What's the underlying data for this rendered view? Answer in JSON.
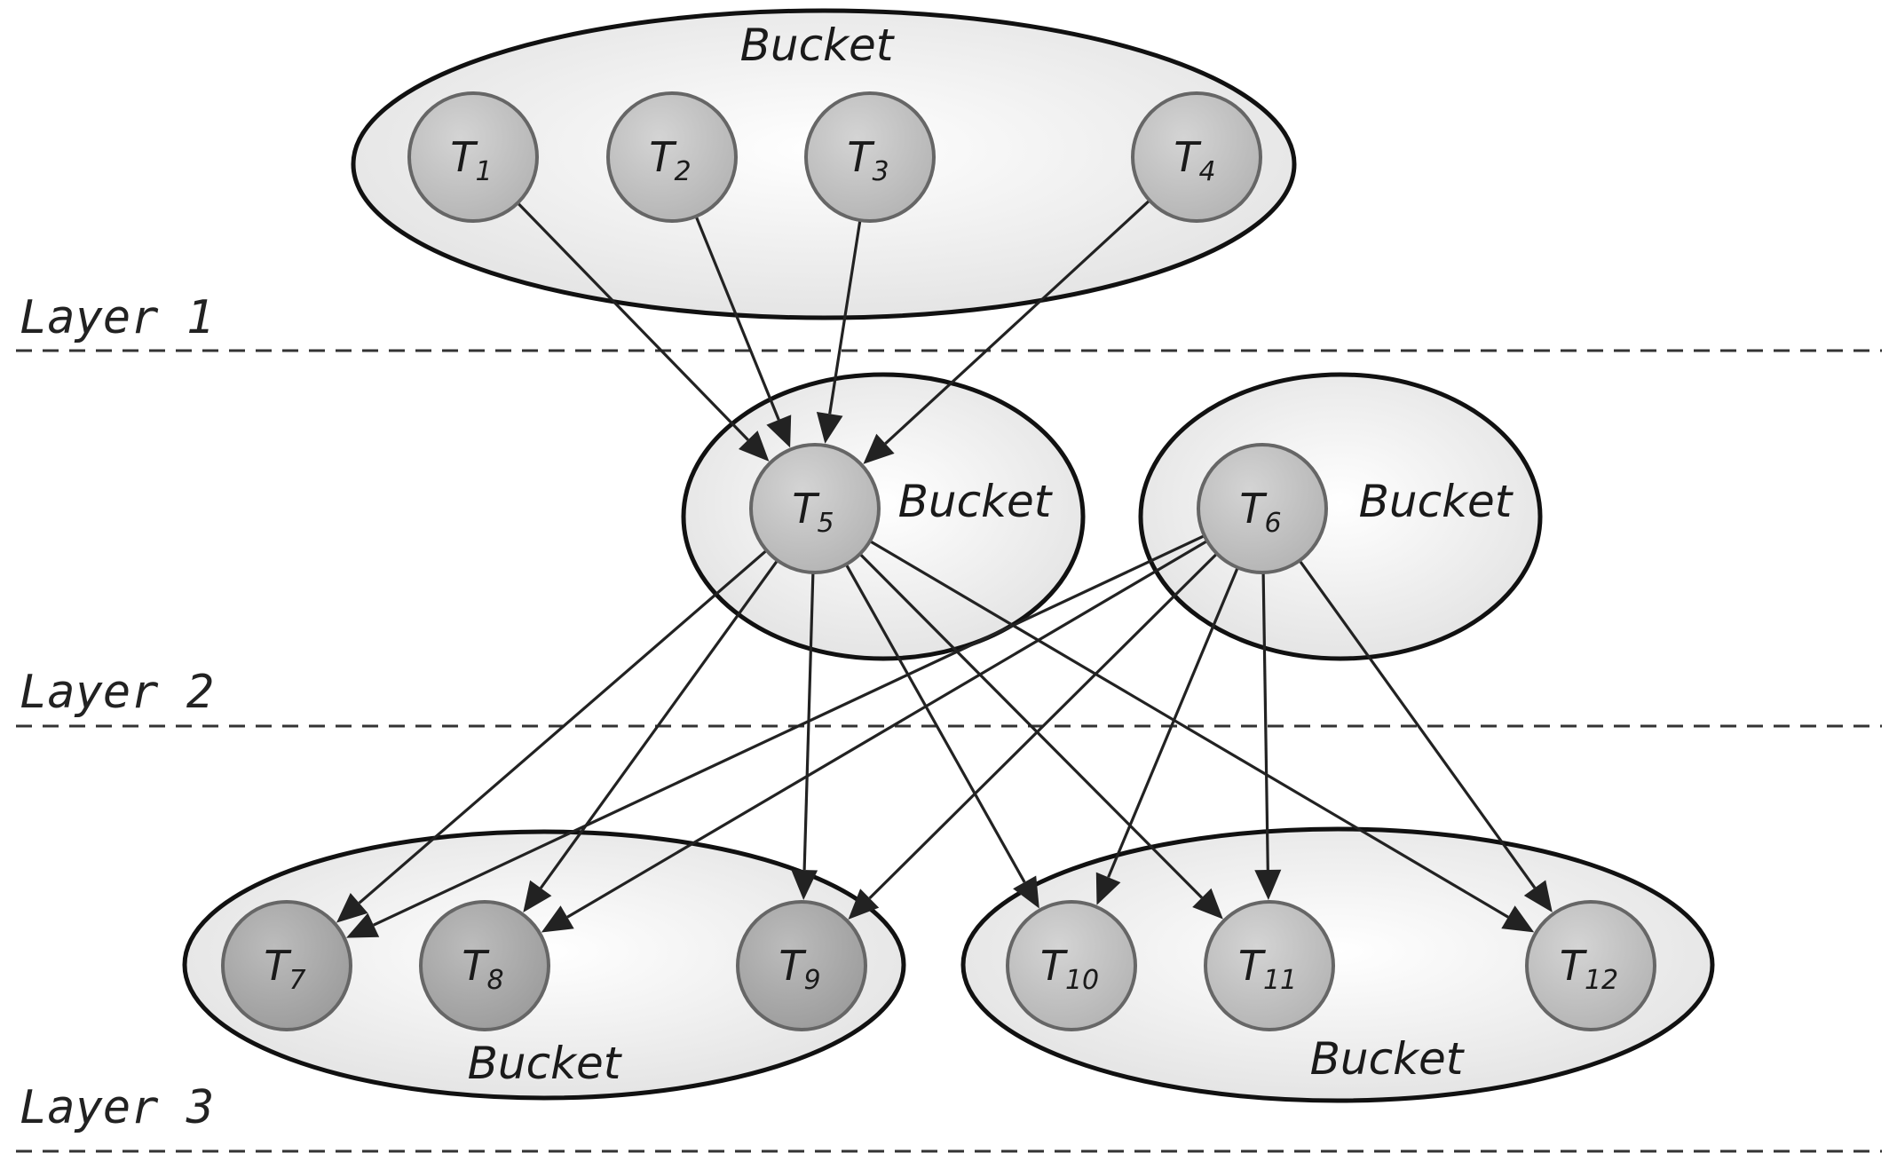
{
  "layers": [
    {
      "id": "layer1",
      "label": "Layer 1"
    },
    {
      "id": "layer2",
      "label": "Layer 2"
    },
    {
      "id": "layer3",
      "label": "Layer 3"
    }
  ],
  "buckets": [
    {
      "id": "bucket-top",
      "label": "Bucket"
    },
    {
      "id": "bucket-t5",
      "label": "Bucket"
    },
    {
      "id": "bucket-t6",
      "label": "Bucket"
    },
    {
      "id": "bucket-bottom-left",
      "label": "Bucket"
    },
    {
      "id": "bucket-bottom-right",
      "label": "Bucket"
    }
  ],
  "tasks": [
    {
      "id": "t1",
      "letter": "T",
      "sub": "1"
    },
    {
      "id": "t2",
      "letter": "T",
      "sub": "2"
    },
    {
      "id": "t3",
      "letter": "T",
      "sub": "3"
    },
    {
      "id": "t4",
      "letter": "T",
      "sub": "4"
    },
    {
      "id": "t5",
      "letter": "T",
      "sub": "5"
    },
    {
      "id": "t6",
      "letter": "T",
      "sub": "6"
    },
    {
      "id": "t7",
      "letter": "T",
      "sub": "7"
    },
    {
      "id": "t8",
      "letter": "T",
      "sub": "8"
    },
    {
      "id": "t9",
      "letter": "T",
      "sub": "9"
    },
    {
      "id": "t10",
      "letter": "T",
      "sub": "10"
    },
    {
      "id": "t11",
      "letter": "T",
      "sub": "11"
    },
    {
      "id": "t12",
      "letter": "T",
      "sub": "12"
    }
  ],
  "edges": [
    {
      "from": "t1",
      "to": "t5"
    },
    {
      "from": "t2",
      "to": "t5"
    },
    {
      "from": "t3",
      "to": "t5"
    },
    {
      "from": "t4",
      "to": "t5"
    },
    {
      "from": "t5",
      "to": "t7"
    },
    {
      "from": "t5",
      "to": "t8"
    },
    {
      "from": "t5",
      "to": "t9"
    },
    {
      "from": "t5",
      "to": "t10"
    },
    {
      "from": "t5",
      "to": "t11"
    },
    {
      "from": "t5",
      "to": "t12"
    },
    {
      "from": "t6",
      "to": "t7"
    },
    {
      "from": "t6",
      "to": "t8"
    },
    {
      "from": "t6",
      "to": "t9"
    },
    {
      "from": "t6",
      "to": "t10"
    },
    {
      "from": "t6",
      "to": "t11"
    },
    {
      "from": "t6",
      "to": "t12"
    }
  ]
}
